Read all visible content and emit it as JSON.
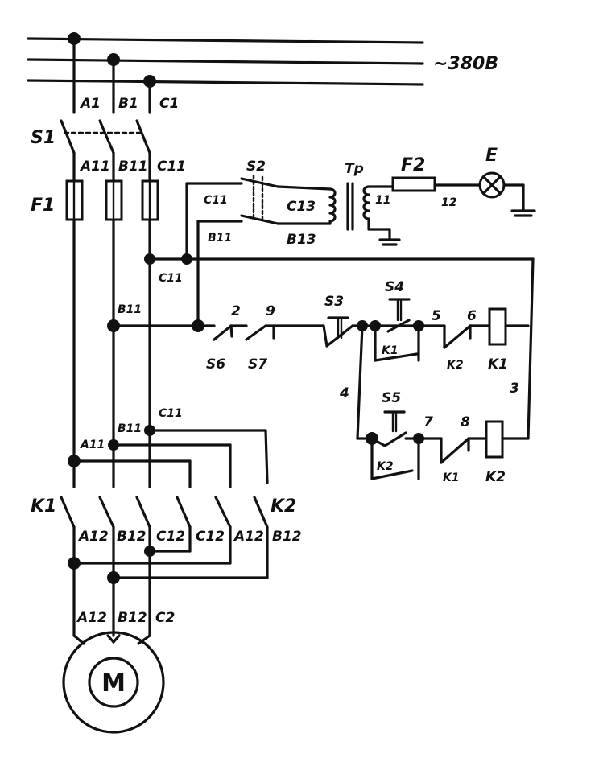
{
  "supply": {
    "voltage": "~380В"
  },
  "labels": {
    "s1": "S1",
    "f1": "F1",
    "k1_main": "K1",
    "k2_main": "K2",
    "a1": "A1",
    "b1": "B1",
    "c1": "C1",
    "a11_top": "A11",
    "b11_top": "B11",
    "c11_top": "C11",
    "c11_ctrl": "C11",
    "b11_ctrl": "B11",
    "c11_node": "C11",
    "b11_node": "B11",
    "a11_mid": "A11",
    "b11_mid": "B11",
    "c11_mid": "C11",
    "a12_a": "A12",
    "b12_a": "B12",
    "c12_a": "C12",
    "c12_b": "C12",
    "a12_b": "A12",
    "b12_b": "B12",
    "a12_m": "A12",
    "b12_m": "B12",
    "c2_m": "C2",
    "motor": "M"
  },
  "lamp_circuit": {
    "s2": "S2",
    "c13": "C13",
    "b13": "B13",
    "tr": "Tp",
    "w11": "11",
    "f2": "F2",
    "w12": "12",
    "e": "E"
  },
  "control_circuit": {
    "s6": "S6",
    "s7": "S7",
    "s3": "S3",
    "s4": "S4",
    "s5": "S5",
    "n2": "2",
    "n9": "9",
    "n5": "5",
    "n6": "6",
    "n7": "7",
    "n8": "8",
    "n4": "4",
    "n3": "3",
    "k1_hold": "K1",
    "k2_int": "K2",
    "k1_coil": "K1",
    "k2_hold": "K2",
    "k1_int": "K1",
    "k2_coil": "K2"
  }
}
